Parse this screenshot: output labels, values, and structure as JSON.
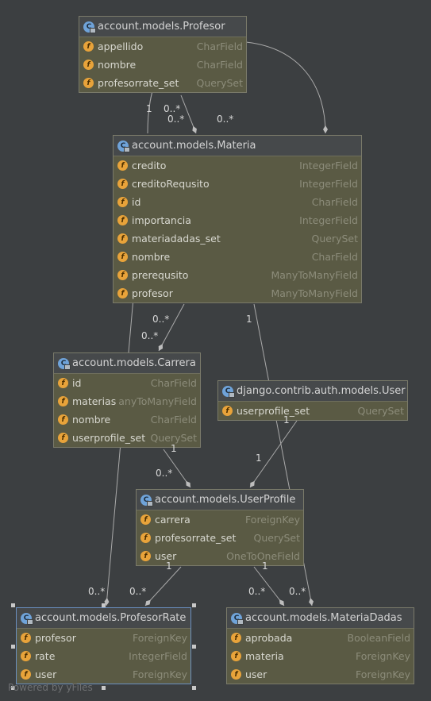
{
  "classes": {
    "profesor": {
      "name": "account.models.Profesor",
      "fields": [
        {
          "name": "appellido",
          "type": "CharField"
        },
        {
          "name": "nombre",
          "type": "CharField"
        },
        {
          "name": "profesorrate_set",
          "type": "QuerySet"
        }
      ]
    },
    "materia": {
      "name": "account.models.Materia",
      "fields": [
        {
          "name": "credito",
          "type": "IntegerField"
        },
        {
          "name": "creditoRequsito",
          "type": "IntegerField"
        },
        {
          "name": "id",
          "type": "CharField"
        },
        {
          "name": "importancia",
          "type": "IntegerField"
        },
        {
          "name": "materiadadas_set",
          "type": "QuerySet"
        },
        {
          "name": "nombre",
          "type": "CharField"
        },
        {
          "name": "prerequsito",
          "type": "ManyToManyField"
        },
        {
          "name": "profesor",
          "type": "ManyToManyField"
        }
      ]
    },
    "carrera": {
      "name": "account.models.Carrera",
      "fields": [
        {
          "name": "id",
          "type": "CharField"
        },
        {
          "name": "materias",
          "type": "ManyToManyField"
        },
        {
          "name": "nombre",
          "type": "CharField"
        },
        {
          "name": "userprofile_set",
          "type": "QuerySet"
        }
      ]
    },
    "user": {
      "name": "django.contrib.auth.models.User",
      "fields": [
        {
          "name": "userprofile_set",
          "type": "QuerySet"
        }
      ]
    },
    "userprofile": {
      "name": "account.models.UserProfile",
      "fields": [
        {
          "name": "carrera",
          "type": "ForeignKey"
        },
        {
          "name": "profesorrate_set",
          "type": "QuerySet"
        },
        {
          "name": "user",
          "type": "OneToOneField"
        }
      ]
    },
    "profesorrate": {
      "name": "account.models.ProfesorRate",
      "fields": [
        {
          "name": "profesor",
          "type": "ForeignKey"
        },
        {
          "name": "rate",
          "type": "IntegerField"
        },
        {
          "name": "user",
          "type": "ForeignKey"
        }
      ]
    },
    "materiadadas": {
      "name": "account.models.MateriaDadas",
      "fields": [
        {
          "name": "aprobada",
          "type": "BooleanField"
        },
        {
          "name": "materia",
          "type": "ForeignKey"
        },
        {
          "name": "user",
          "type": "ForeignKey"
        }
      ]
    }
  },
  "multiplicities": [
    "1",
    "0..*",
    "0..*",
    "0..*",
    "0..*",
    "0..*",
    "1",
    "1",
    "1",
    "1",
    "0..*",
    "1",
    "1",
    "0..*",
    "0..*",
    "0..*",
    "0..*"
  ],
  "icons": {
    "class": "class-icon",
    "field": "field-icon"
  },
  "colors": {
    "background": "#3c3f41",
    "node_body": "#5a5a44",
    "field_icon": "#e8a33a",
    "class_icon": "#6fa3d9",
    "selection": "#6a8fc0"
  },
  "watermark": "Powered by yFiles"
}
